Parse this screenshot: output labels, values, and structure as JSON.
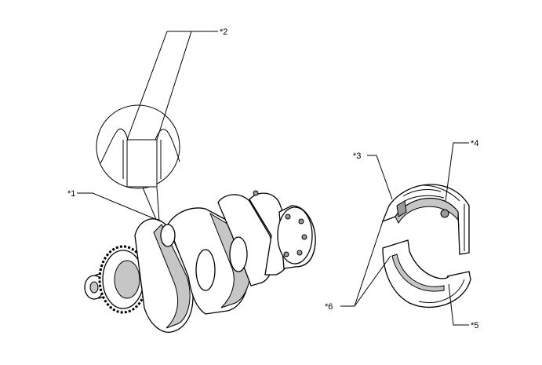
{
  "callouts": [
    {
      "id": "1",
      "label": "*1"
    },
    {
      "id": "2",
      "label": "*2"
    },
    {
      "id": "3",
      "label": "*3"
    },
    {
      "id": "4",
      "label": "*4"
    },
    {
      "id": "5",
      "label": "*5"
    },
    {
      "id": "6",
      "label": "*6"
    }
  ]
}
